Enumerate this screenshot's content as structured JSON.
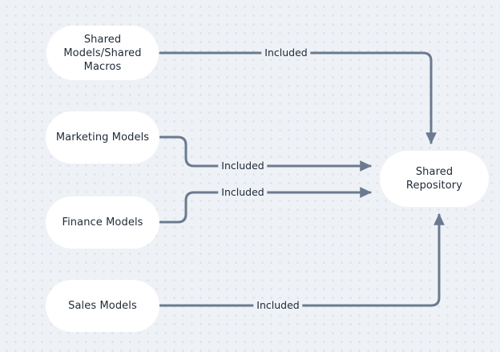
{
  "diagram": {
    "background_color": "#eef1f5",
    "node_fill": "#ffffff",
    "edge_color": "#6b7a8f",
    "text_color": "#1f2937",
    "nodes": [
      {
        "id": "shared-models",
        "label": "Shared\nModels/Shared\nMacros",
        "line1": "Shared",
        "line2": "Models/Shared",
        "line3": "Macros"
      },
      {
        "id": "marketing-models",
        "label": "Marketing Models"
      },
      {
        "id": "finance-models",
        "label": "Finance Models"
      },
      {
        "id": "sales-models",
        "label": "Sales Models"
      },
      {
        "id": "shared-repository",
        "label": "Shared Repository"
      }
    ],
    "edges": [
      {
        "id": "edge-shared-models",
        "from": "shared-models",
        "to": "shared-repository",
        "label": "Included"
      },
      {
        "id": "edge-marketing-models",
        "from": "marketing-models",
        "to": "shared-repository",
        "label": "Included"
      },
      {
        "id": "edge-finance-models",
        "from": "finance-models",
        "to": "shared-repository",
        "label": "Included"
      },
      {
        "id": "edge-sales-models",
        "from": "sales-models",
        "to": "shared-repository",
        "label": "Included"
      }
    ]
  }
}
